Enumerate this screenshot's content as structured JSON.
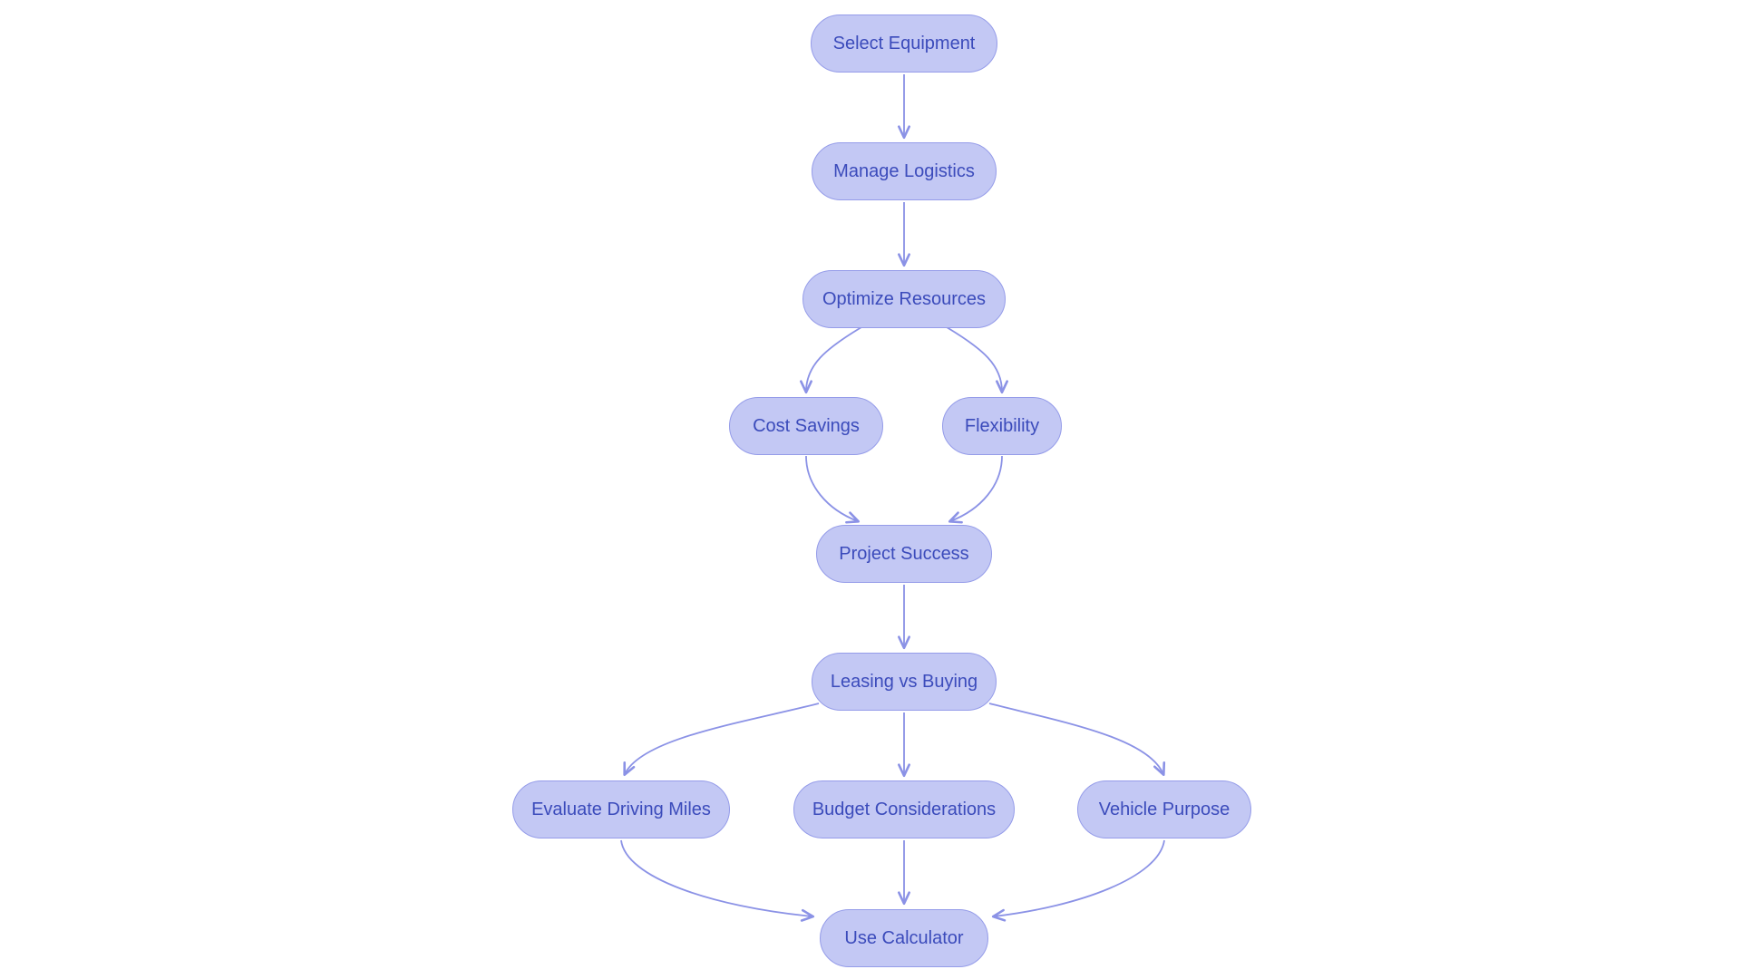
{
  "diagram": {
    "type": "flowchart",
    "background_color": "#ffffff",
    "node_fill_color": "#c3c8f4",
    "node_border_color": "#959ce9",
    "node_text_color": "#3b4bbb",
    "edge_color": "#8b92e6",
    "nodes": [
      {
        "id": "select-equipment",
        "label": "Select Equipment"
      },
      {
        "id": "manage-logistics",
        "label": "Manage Logistics"
      },
      {
        "id": "optimize-resources",
        "label": "Optimize Resources"
      },
      {
        "id": "cost-savings",
        "label": "Cost Savings"
      },
      {
        "id": "flexibility",
        "label": "Flexibility"
      },
      {
        "id": "project-success",
        "label": "Project Success"
      },
      {
        "id": "leasing-vs-buying",
        "label": "Leasing vs Buying"
      },
      {
        "id": "evaluate-driving-miles",
        "label": "Evaluate Driving Miles"
      },
      {
        "id": "budget-considerations",
        "label": "Budget Considerations"
      },
      {
        "id": "vehicle-purpose",
        "label": "Vehicle Purpose"
      },
      {
        "id": "use-calculator",
        "label": "Use Calculator"
      }
    ],
    "edges": [
      {
        "from": "select-equipment",
        "to": "manage-logistics"
      },
      {
        "from": "manage-logistics",
        "to": "optimize-resources"
      },
      {
        "from": "optimize-resources",
        "to": "cost-savings"
      },
      {
        "from": "optimize-resources",
        "to": "flexibility"
      },
      {
        "from": "cost-savings",
        "to": "project-success"
      },
      {
        "from": "flexibility",
        "to": "project-success"
      },
      {
        "from": "project-success",
        "to": "leasing-vs-buying"
      },
      {
        "from": "leasing-vs-buying",
        "to": "evaluate-driving-miles"
      },
      {
        "from": "leasing-vs-buying",
        "to": "budget-considerations"
      },
      {
        "from": "leasing-vs-buying",
        "to": "vehicle-purpose"
      },
      {
        "from": "evaluate-driving-miles",
        "to": "use-calculator"
      },
      {
        "from": "budget-considerations",
        "to": "use-calculator"
      },
      {
        "from": "vehicle-purpose",
        "to": "use-calculator"
      }
    ]
  }
}
